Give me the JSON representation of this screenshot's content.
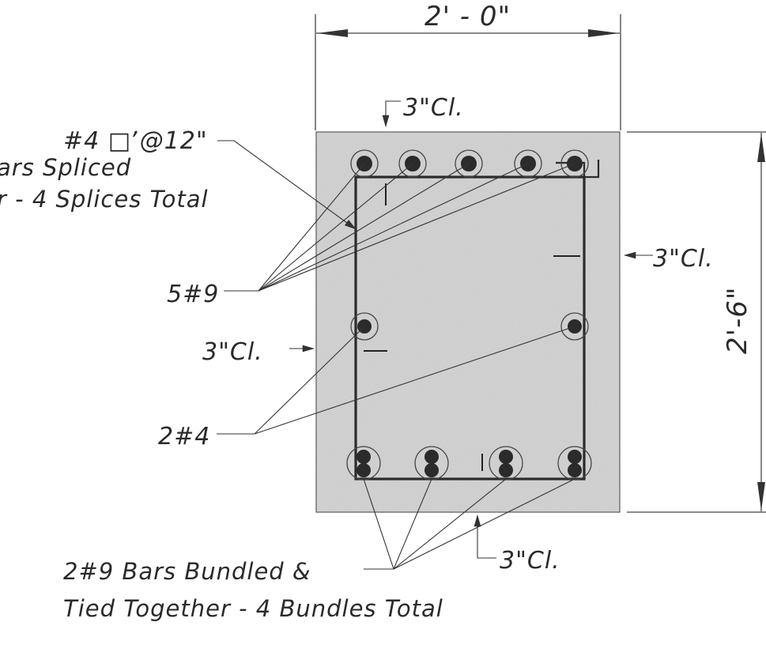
{
  "dimensions": {
    "width": "2' - 0\"",
    "height": "2'-6\""
  },
  "clearances": {
    "top": "3\"Cl.",
    "right": "3\"Cl.",
    "left": "3\"Cl.",
    "bottom": "3\"Cl."
  },
  "callouts": {
    "tie": "#4 □ʼ@12\"",
    "splice_line1": "ars Spliced",
    "splice_line2": "r - 4 Splices Total",
    "top_bars": "5#9",
    "side_bars": "2#4",
    "bundle_line1": "2#9 Bars Bundled &",
    "bundle_line2": "Tied Together - 4 Bundles Total"
  },
  "colors": {
    "concrete": "#d2d2d2",
    "rebar": "#2b2b2b",
    "line": "#333333"
  }
}
